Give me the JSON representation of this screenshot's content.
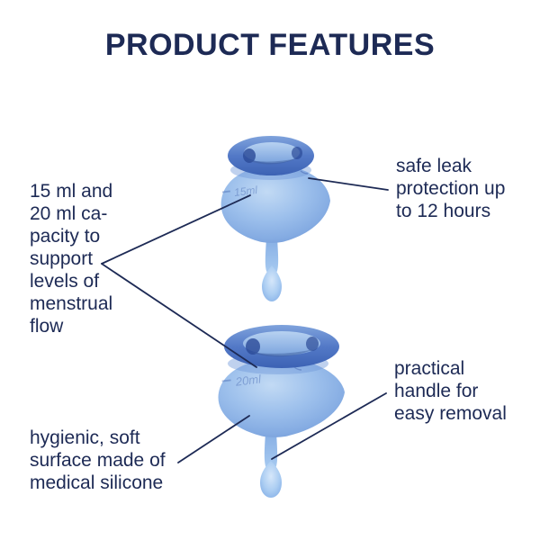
{
  "title": "PRODUCT FEATURES",
  "callouts": {
    "capacity": {
      "text": "15 ml and\n20 ml ca-\npacity to\nsupport\nlevels of\nmenstrual\nflow"
    },
    "leak": {
      "text": "safe leak\nprotection up\nto 12 hours"
    },
    "handle": {
      "text": "practical\nhandle for\neasy removal"
    },
    "surface": {
      "text": "hygienic, soft\nsurface made of\nmedical silicone"
    }
  },
  "cups": {
    "small": {
      "label": "15ml"
    },
    "large": {
      "label": "20ml"
    }
  },
  "colors": {
    "text_navy": "#1d2a55",
    "line_navy": "#1d2a55",
    "cup_body_blue": "#8fb3e6",
    "cup_highlight": "#c6dbf4",
    "cup_rim_dark": "#3a5fb0",
    "cup_rim_shadow": "#2b4a97",
    "background": "#ffffff"
  }
}
